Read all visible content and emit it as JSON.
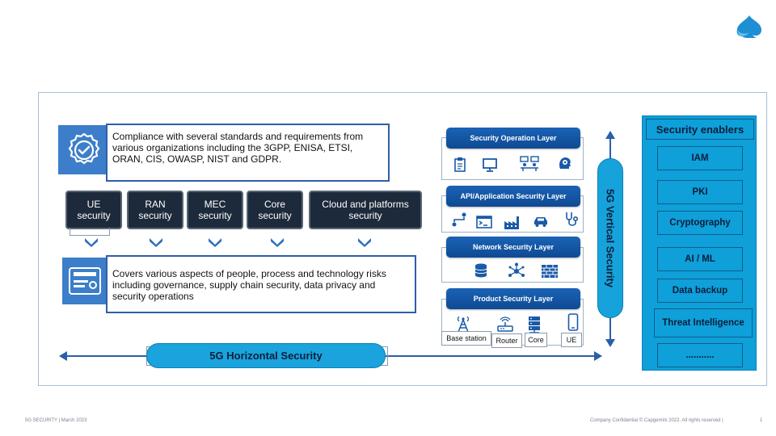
{
  "compliance": {
    "text": "Compliance with several standards and requirements from various organizations including the 3GPP, ENISA, ETSI, ORAN, CIS, OWASP, NIST and GDPR."
  },
  "categories": [
    {
      "label": "UE security"
    },
    {
      "label": "RAN security"
    },
    {
      "label": "MEC security"
    },
    {
      "label": "Core security"
    },
    {
      "label": "Cloud and platforms security"
    }
  ],
  "risks": {
    "text": "Covers various aspects of people, process and technology risks including governance, supply chain security, data privacy and security operations"
  },
  "layers": [
    {
      "title": "Security Operation Layer",
      "icons": [
        "clipboard-icon",
        "monitor-icon",
        "team-meeting-icon",
        "head-gear-icon"
      ]
    },
    {
      "title": "API/Application Security Layer",
      "icons": [
        "api-flow-icon",
        "terminal-icon",
        "factory-icon",
        "car-icon",
        "stethoscope-icon"
      ]
    },
    {
      "title": "Network Security Layer",
      "icons": [
        "database-icon",
        "network-node-icon",
        "firewall-icon"
      ]
    },
    {
      "title": "Product Security Layer",
      "icons": [
        "base-station-icon",
        "router-icon",
        "server-icon",
        "mobile-phone-icon"
      ]
    }
  ],
  "product_labels": [
    "Base station",
    "Router",
    "Core",
    "UE"
  ],
  "vertical": {
    "label": "5G Vertical Security"
  },
  "horizontal": {
    "label": "5G Horizontal Security"
  },
  "enablers": {
    "title": "Security enablers",
    "items": [
      "IAM",
      "PKI",
      "Cryptography",
      "AI / ML",
      "Data backup",
      "Threat Intelligence",
      "..........."
    ]
  },
  "footer": {
    "left": "5G SECURITY | March 2023",
    "right": "Company Confidential © Capgemini 2022. All rights reserved |",
    "page": "1"
  },
  "colors": {
    "accent": "#16a3dc",
    "dark_box": "#1d2a3b",
    "navy": "#2f5eaa",
    "layer_blue": "#1a63b6"
  }
}
